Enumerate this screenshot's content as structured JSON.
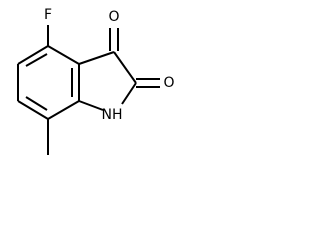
{
  "structure": {
    "atoms": {
      "fluorine": "F",
      "ketone_oxygen": "O",
      "amide_oxygen": "O",
      "nh": "NH"
    }
  }
}
